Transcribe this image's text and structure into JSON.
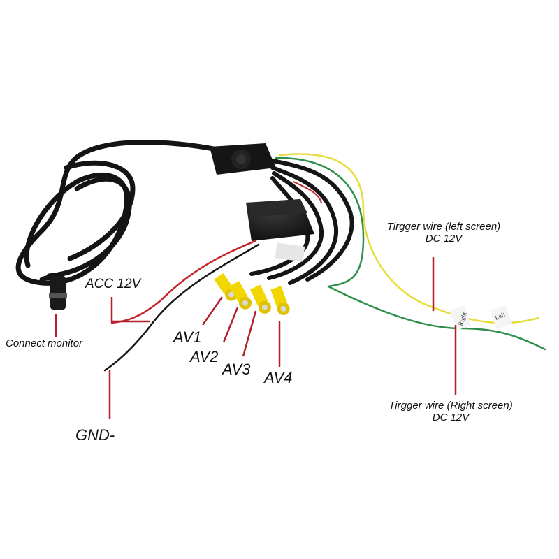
{
  "labels": {
    "acc": "ACC 12V",
    "connect_monitor": "Connect monitor",
    "gnd": "GND-",
    "av1": "AV1",
    "av2": "AV2",
    "av3": "AV3",
    "av4": "AV4",
    "trigger_left_line1": "Tirgger wire (left screen)",
    "trigger_left_line2": "DC 12V",
    "trigger_right_line1": "Tirgger wire (Right screen)",
    "trigger_right_line2": "DC 12V",
    "tag_right": "Right",
    "tag_left": "Left"
  },
  "colors": {
    "callout_line": "#b3202a",
    "cable_black": "#151515",
    "rca_yellow": "#f2d600",
    "wire_green": "#2f8f4a",
    "wire_yellow": "#e8dc3a",
    "wire_red": "#c4252b"
  }
}
